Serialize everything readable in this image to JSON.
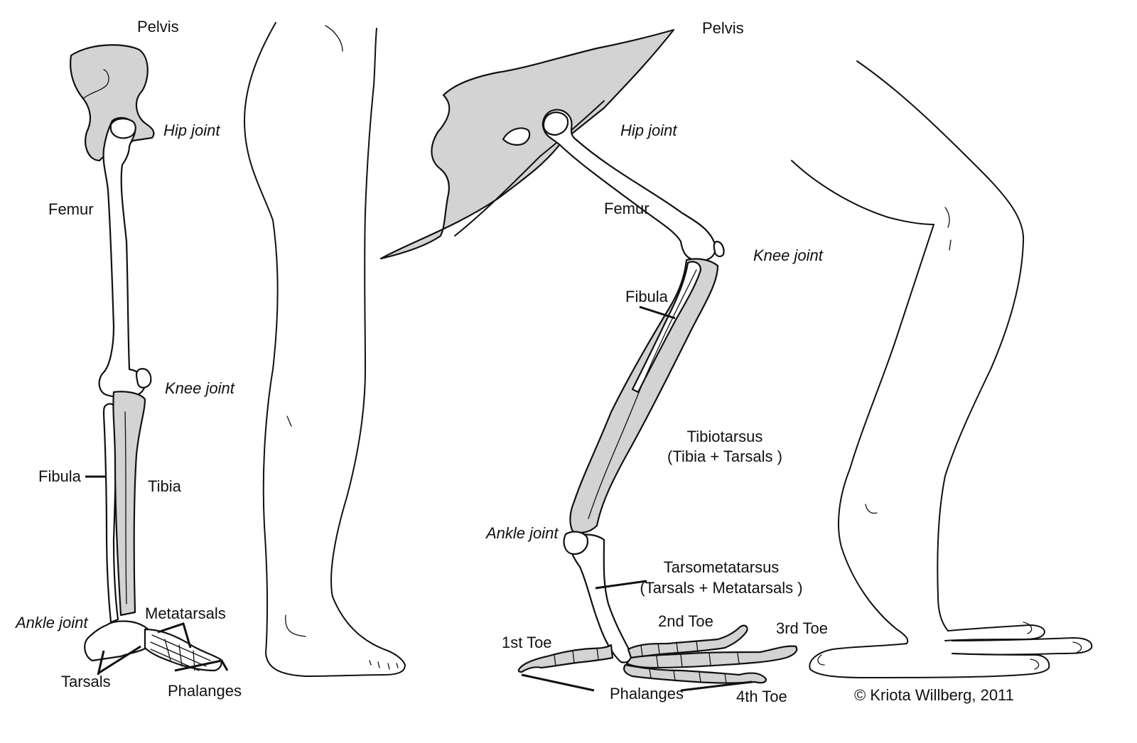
{
  "human": {
    "pelvis": "Pelvis",
    "hip_joint": "Hip joint",
    "femur": "Femur",
    "knee_joint": "Knee joint",
    "fibula": "Fibula",
    "tibia": "Tibia",
    "ankle_joint": "Ankle joint",
    "metatarsals": "Metatarsals",
    "tarsals": "Tarsals",
    "phalanges": "Phalanges"
  },
  "bird": {
    "pelvis": "Pelvis",
    "hip_joint": "Hip joint",
    "femur": "Femur",
    "knee_joint": "Knee joint",
    "fibula": "Fibula",
    "tibiotarsus": "Tibiotarsus",
    "tibiotarsus_note": "(Tibia + Tarsals )",
    "ankle_joint": "Ankle joint",
    "tarsometatarsus": "Tarsometatarsus",
    "tarsometatarsus_note": "(Tarsals + Metatarsals )",
    "toe_1": "1st Toe",
    "toe_2": "2nd Toe",
    "toe_3": "3rd Toe",
    "toe_4": "4th Toe",
    "phalanges": "Phalanges"
  },
  "copyright": "© Kriota Willberg, 2011"
}
